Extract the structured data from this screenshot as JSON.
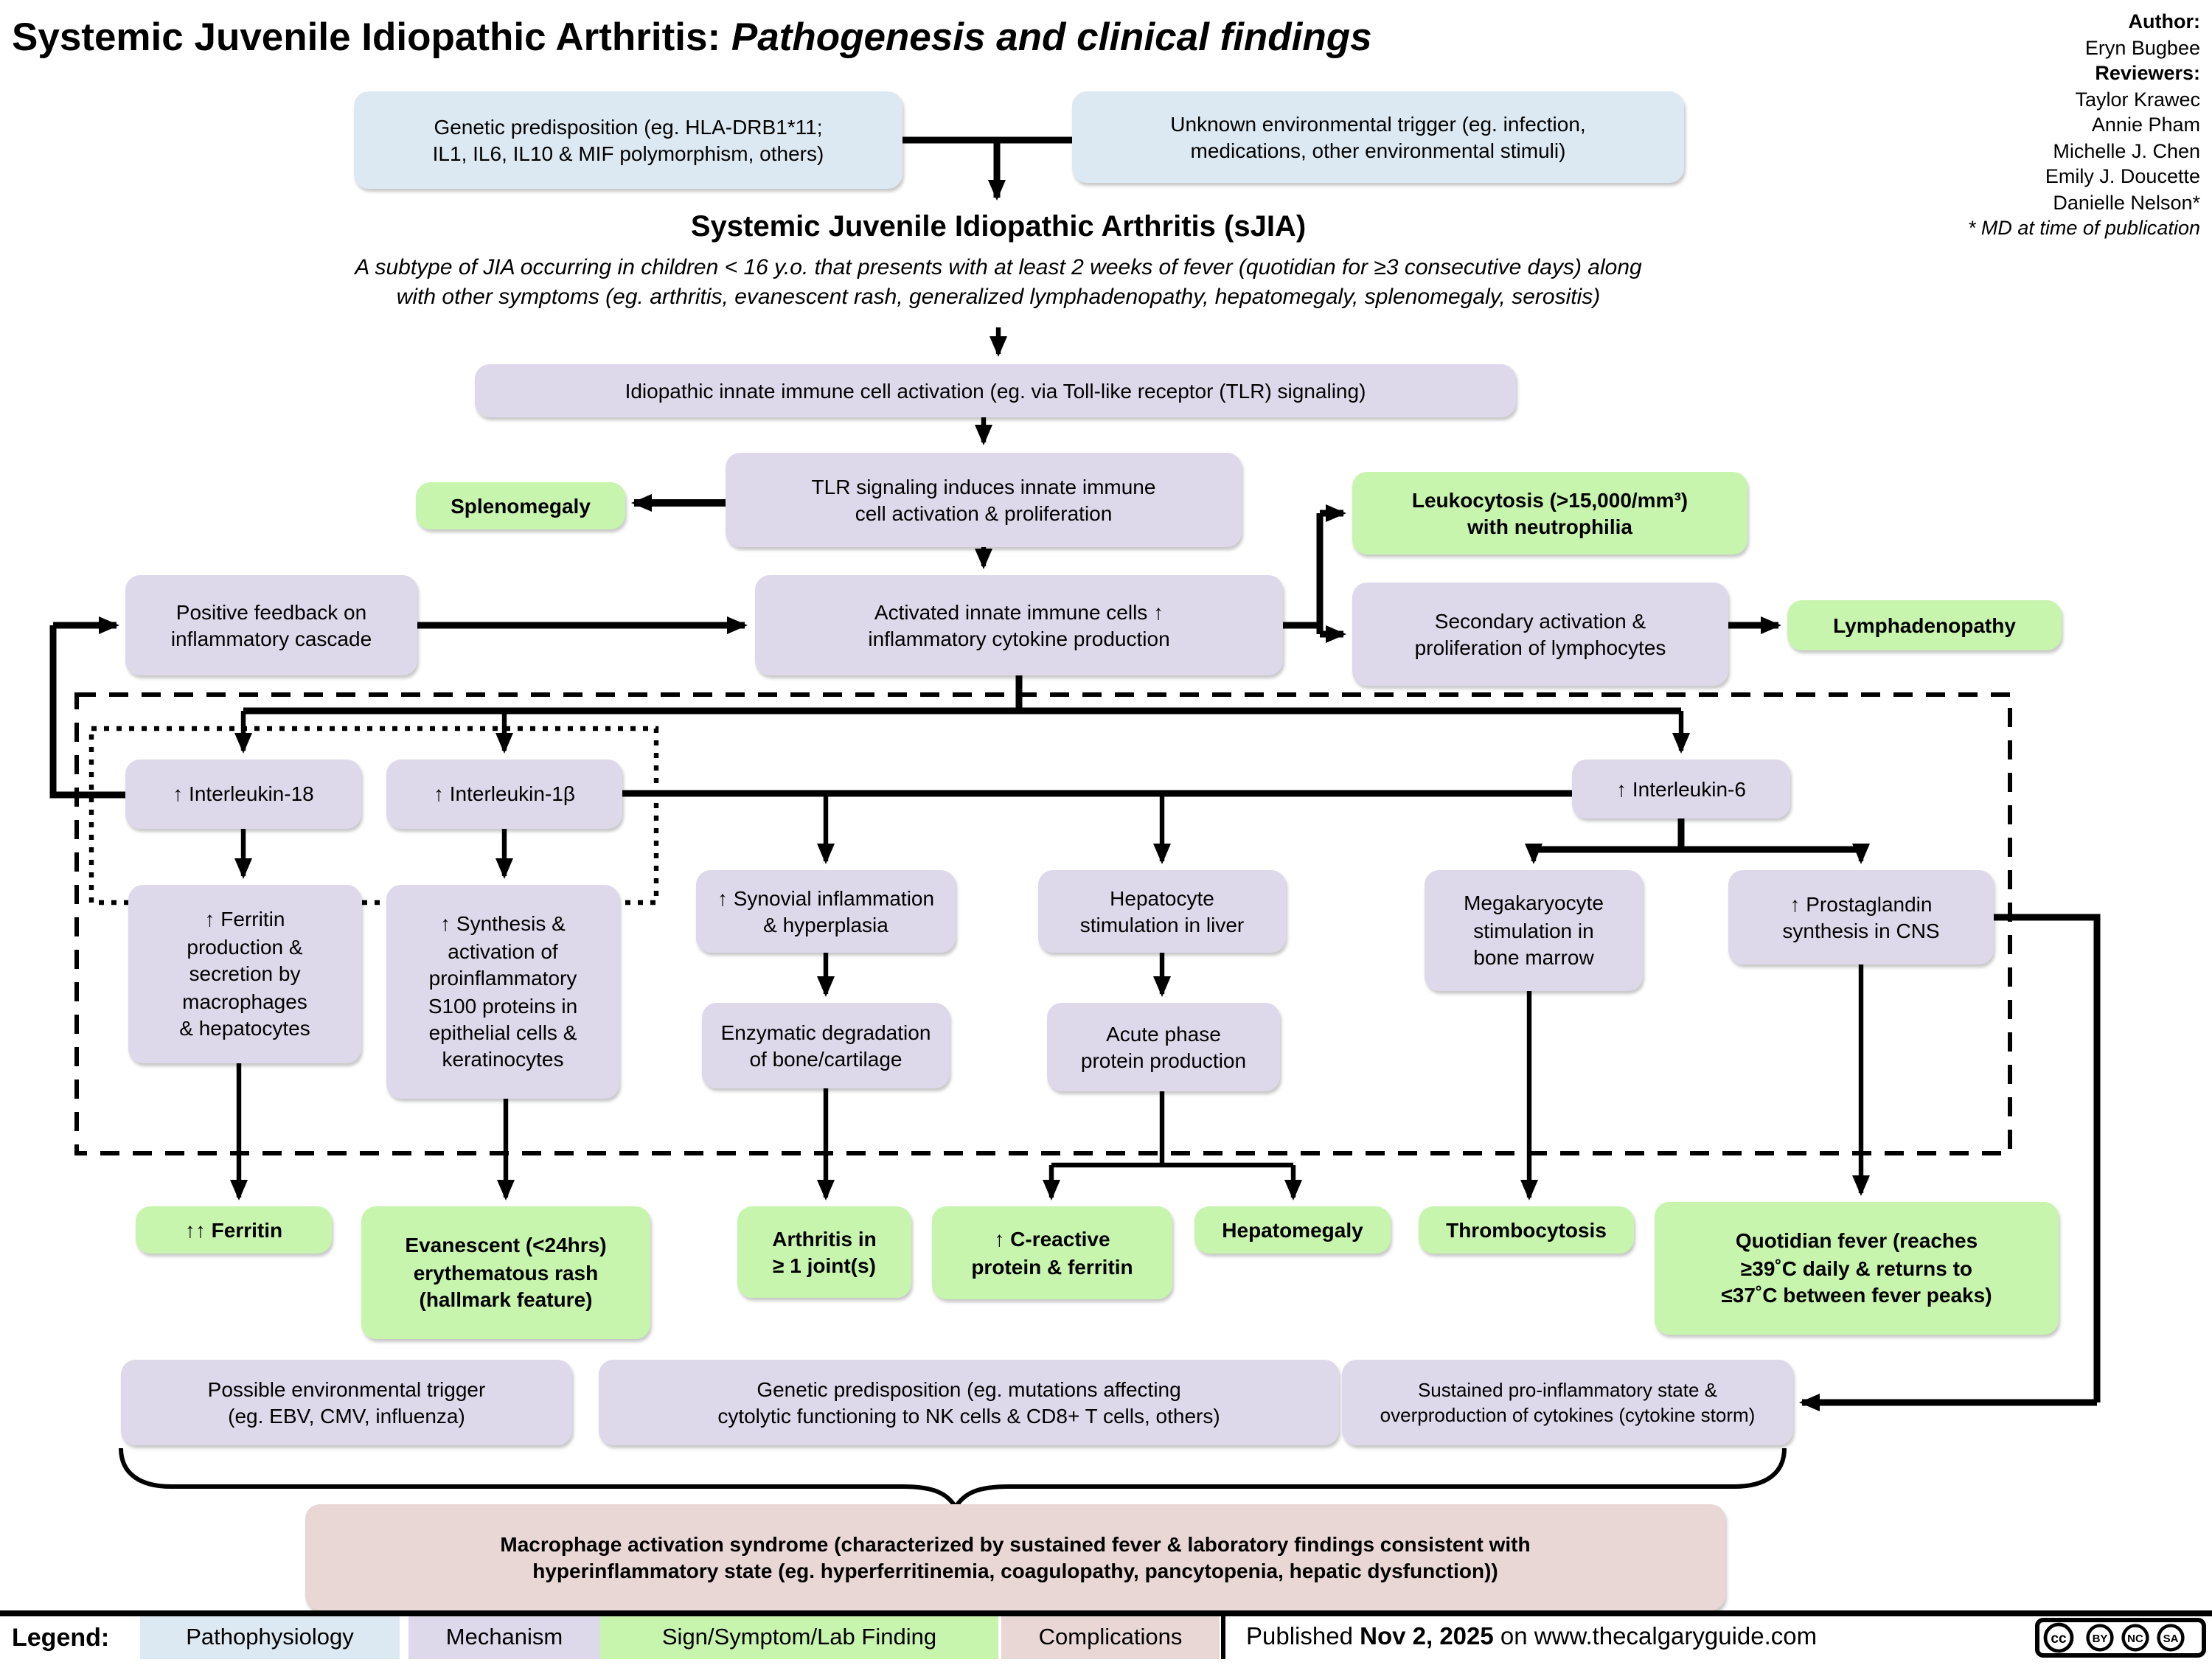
{
  "title": {
    "main": "Systemic Juvenile Idiopathic Arthritis:",
    "italic": " Pathogenesis and clinical findings"
  },
  "credits": {
    "author_label": "Author:",
    "author": "Eryn Bugbee",
    "reviewers_label": "Reviewers:",
    "reviewers": [
      "Taylor Krawec",
      "Annie Pham",
      "Michelle J. Chen",
      "Emily J. Doucette",
      "Danielle Nelson*"
    ],
    "note": "* MD at time of publication"
  },
  "heading": {
    "title": "Systemic Juvenile Idiopathic Arthritis (sJIA)",
    "description": "A subtype of JIA occurring in children < 16 y.o. that presents with at least 2 weeks of fever (quotidian for ≥3 consecutive days) along\nwith other symptoms (eg. arthritis, evanescent rash, generalized lymphadenopathy, hepatomegaly, splenomegaly, serositis)"
  },
  "nodes": {
    "genetic1": "Genetic predisposition (eg. HLA-DRB1*11;\nIL1, IL6, IL10 & MIF polymorphism, others)",
    "environment": "Unknown environmental trigger (eg. infection,\nmedications, other environmental stimuli)",
    "idiopathic": "Idiopathic innate immune cell activation (eg. via Toll-like receptor (TLR) signaling)",
    "tlr": "TLR signaling induces innate immune\ncell activation & proliferation",
    "splenomegaly": "Splenomegaly",
    "leukocytosis": "Leukocytosis (>15,000/mm³)\nwith neutrophilia",
    "positive": "Positive feedback on\ninflammatory cascade",
    "activated": "Activated innate immune cells ↑\ninflammatory cytokine production",
    "secondary": "Secondary activation &\nproliferation of lymphocytes",
    "lymphadenopathy": "Lymphadenopathy",
    "il18": "↑ Interleukin-18",
    "il1b": "↑ Interleukin-1β",
    "il6": "↑ Interleukin-6",
    "ferritin_prod": "↑ Ferritin\nproduction &\nsecretion by\nmacrophages\n& hepatocytes",
    "synthesis": "↑ Synthesis &\nactivation of\nproinflammatory\nS100 proteins in\nepithelial cells &\nkeratinocytes",
    "synovial": "↑ Synovial inflammation\n& hyperplasia",
    "enzymatic": "Enzymatic degradation\nof bone/cartilage",
    "hepatocyte": "Hepatocyte\nstimulation in liver",
    "acute": "Acute phase\nprotein production",
    "megakaryocyte": "Megakaryocyte\nstimulation in\nbone marrow",
    "prostaglandin": "↑ Prostaglandin\nsynthesis in CNS",
    "ferritin2": "↑↑ Ferritin",
    "rash": "Evanescent (<24hrs)\nerythematous rash\n(hallmark feature)",
    "arthritis": "Arthritis in\n≥ 1 joint(s)",
    "crp": "↑ C-reactive\nprotein & ferritin",
    "hepatomegaly": "Hepatomegaly",
    "thrombocytosis": "Thrombocytosis",
    "quotidian": "Quotidian fever (reaches\n≥39˚C daily & returns to\n≤37˚C between fever peaks)",
    "possible_env": "Possible environmental trigger\n(eg. EBV, CMV, influenza)",
    "genetic2": "Genetic predisposition (eg. mutations affecting\ncytolytic functioning to NK cells & CD8+ T cells, others)",
    "sustained": "Sustained pro-inflammatory state &\noverproduction of cytokines (cytokine storm)",
    "mas": "Macrophage activation syndrome (characterized by sustained fever & laboratory findings consistent with\nhyperinflammatory state (eg. hyperferritinemia, coagulopathy, pancytopenia, hepatic dysfunction))"
  },
  "legend": {
    "label": "Legend:",
    "items": [
      {
        "label": "Pathophysiology",
        "color": "#dde9f2"
      },
      {
        "label": "Mechanism",
        "color": "#ddd9ea"
      },
      {
        "label": "Sign/Symptom/Lab Finding",
        "color": "#c7f5ad"
      },
      {
        "label": "Complications",
        "color": "#e8d7d5"
      }
    ]
  },
  "footer": {
    "published_prefix": "Published ",
    "published_date": "Nov 2, 2025",
    "published_suffix": " on www.thecalgaryguide.com",
    "cc_main": "cc",
    "cc_terms": [
      "BY",
      "NC",
      "SA"
    ]
  },
  "colors": {
    "pathophysiology": "#dde9f2",
    "mechanism": "#ddd9ea",
    "sign": "#c7f5ad",
    "complication": "#e8d7d5",
    "line": "#000000"
  }
}
